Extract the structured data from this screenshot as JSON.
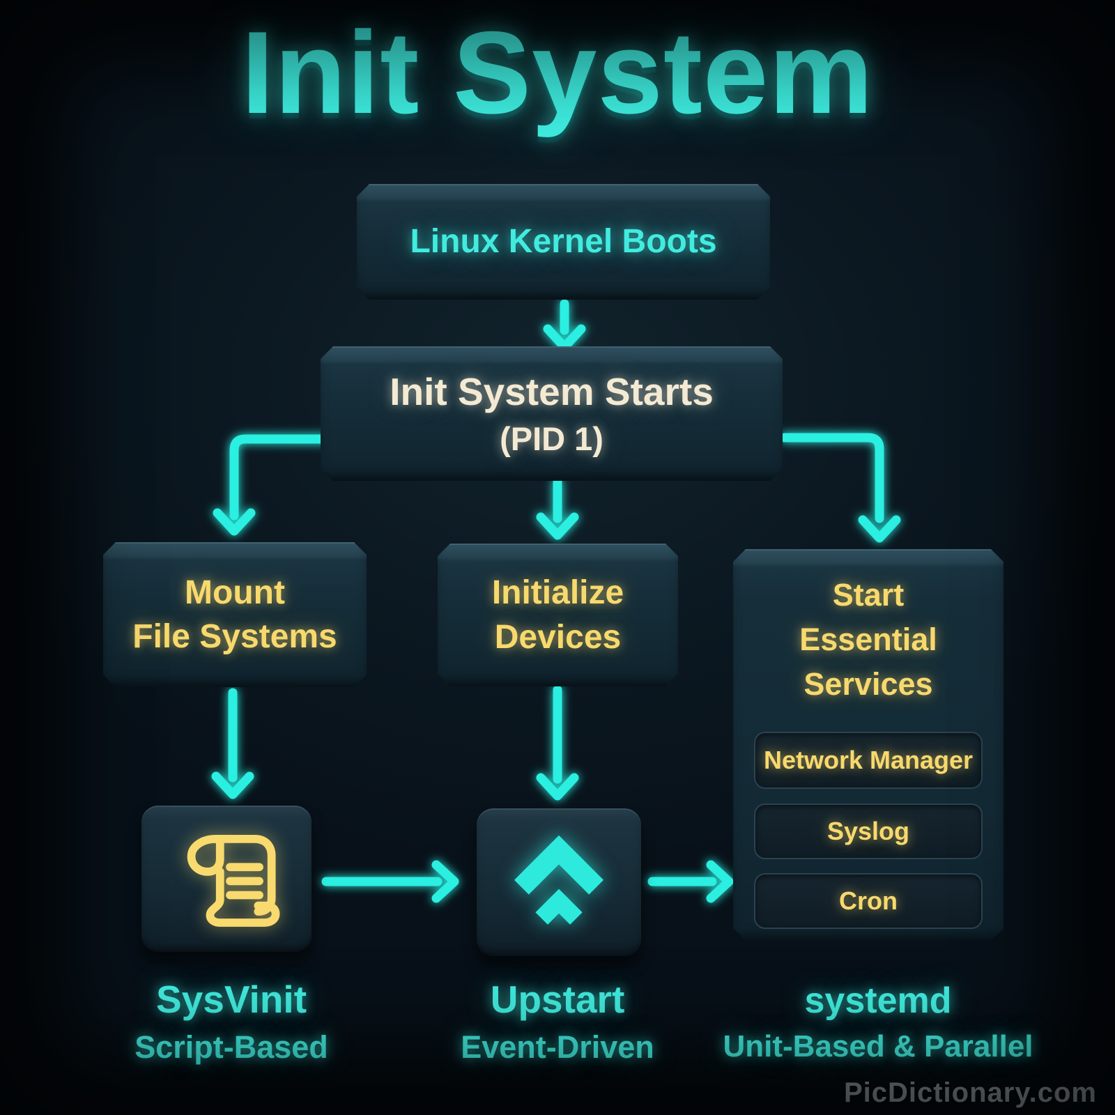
{
  "title": "Init System",
  "nodes": {
    "kernel": "Linux Kernel Boots",
    "init_line1": "Init System Starts",
    "init_line2": "(PID 1)",
    "mount": "Mount\nFile Systems",
    "devices": "Initialize\nDevices",
    "services_title": "Start\nEssential\nServices"
  },
  "services": [
    "Network Manager",
    "Syslog",
    "Cron"
  ],
  "systems": [
    {
      "name": "SysVinit",
      "subtitle": "Script-Based",
      "icon": "scroll-icon"
    },
    {
      "name": "Upstart",
      "subtitle": "Event-Driven",
      "icon": "upstart-chevrons-icon"
    },
    {
      "name": "systemd",
      "subtitle": "Unit-Based & Parallel"
    }
  ],
  "watermark": "PicDictionary.com",
  "colors": {
    "background": "#0c1922",
    "accent_cyan": "#2eeadd",
    "accent_yellow": "#f8d96d",
    "cream_text": "#f4ead3",
    "box_fill": "#162e3a",
    "arrow_cyan": "#2befe1",
    "watermark_gray": "#828b91"
  }
}
